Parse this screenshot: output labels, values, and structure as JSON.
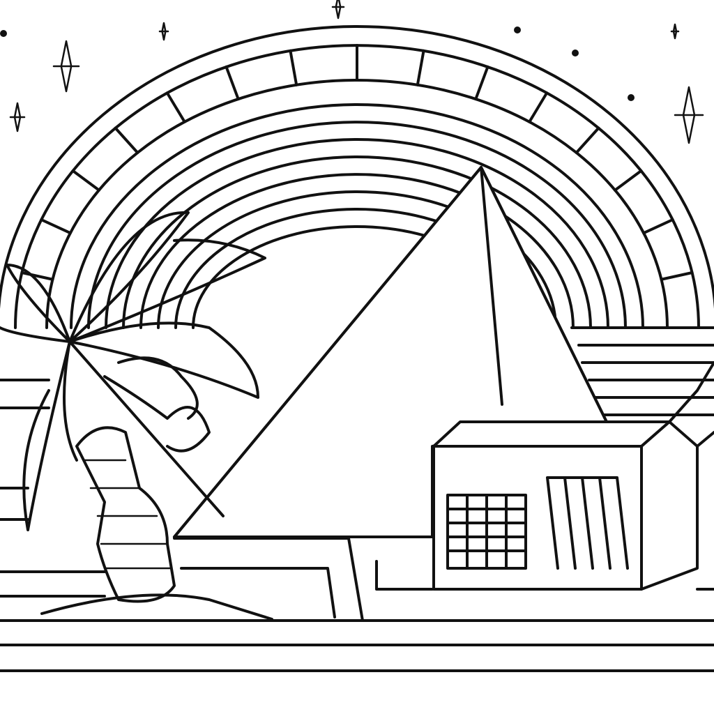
{
  "scene": {
    "style": "black-and-white line drawing",
    "line_color": "#111111",
    "background_color": "#ffffff",
    "elements": [
      "rainbow-arch",
      "pyramid",
      "box-building",
      "palm-tree",
      "stars",
      "horizontal-stripes"
    ]
  }
}
